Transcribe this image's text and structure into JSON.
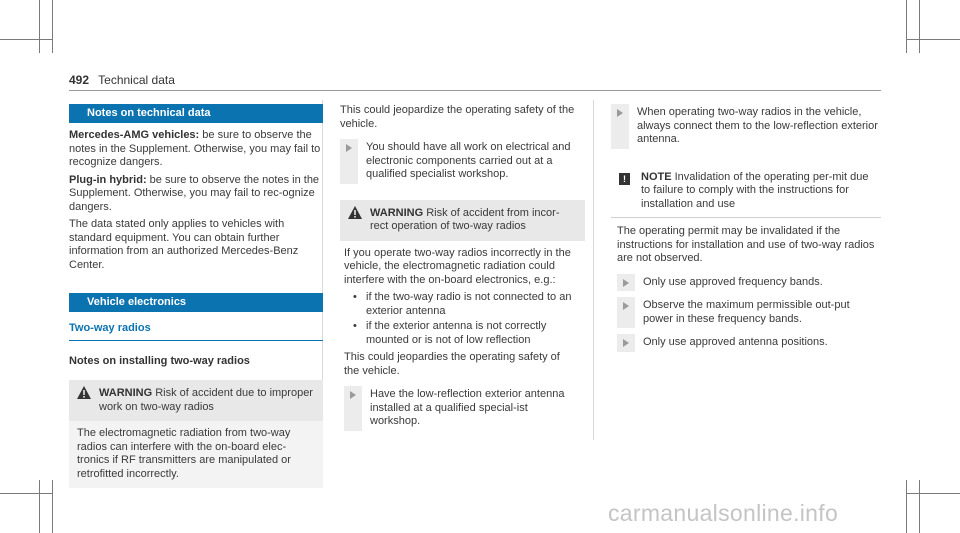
{
  "header": {
    "page_number": "492",
    "section": "Technical data"
  },
  "col1": {
    "sec1_title": "Notes on technical data",
    "p1_bold": "Mercedes-AMG vehicles:",
    "p1_text": " be sure to observe the notes in the Supplement. Otherwise, you may fail to recognize dangers.",
    "p2_bold": "Plug-in hybrid:",
    "p2_text": " be sure to observe the notes in the Supplement. Otherwise, you may fail to rec-ognize dangers.",
    "p3": "The data stated only applies to vehicles with standard equipment. You can obtain further information from an authorized Mercedes-Benz Center.",
    "sec2_title": "Vehicle electronics",
    "subhead": "Two-way radios",
    "h3": "Notes on installing two-way radios",
    "warn_label": "WARNING",
    "warn_head": " Risk of accident due to improper work on two-way radios",
    "warn_body": "The electromagnetic radiation from two-way radios can interfere with the on-board elec-tronics if RF transmitters are manipulated or retrofitted incorrectly."
  },
  "col2": {
    "p1": "This could jeopardize the operating safety of the vehicle.",
    "step1": "You should have all work on electrical and electronic components carried out at a qualified specialist workshop.",
    "warn_label": "WARNING",
    "warn_head": " Risk of accident from incor-rect operation of two-way radios",
    "warn_intro": "If you operate two-way radios incorrectly in the vehicle, the electromagnetic radiation could interfere with the on-board electronics, e.g.:",
    "bullet_glyph": "•",
    "bullet1": "if the two-way radio is not connected to an exterior antenna",
    "bullet2": "if the exterior antenna is not correctly mounted or is not of low reflection",
    "warn_tail": "This could jeopardies the operating safety of the vehicle.",
    "step2": "Have the low-reflection exterior antenna installed at a qualified special-ist workshop."
  },
  "col3": {
    "step1": "When operating two-way radios in the vehicle, always connect them to the low-reflection exterior antenna.",
    "note_glyph": "!",
    "note_label": "NOTE",
    "note_head": " Invalidation of the operating per-mit due to failure to comply with the instructions for installation and use",
    "note_body": "The operating permit may be invalidated if the instructions for installation and use of two-way radios are not observed.",
    "step2": "Only use approved frequency bands.",
    "step3": "Observe the maximum permissible out-put power in these frequency bands.",
    "step4": "Only use approved antenna positions."
  },
  "watermark": "carmanualsonline.info"
}
